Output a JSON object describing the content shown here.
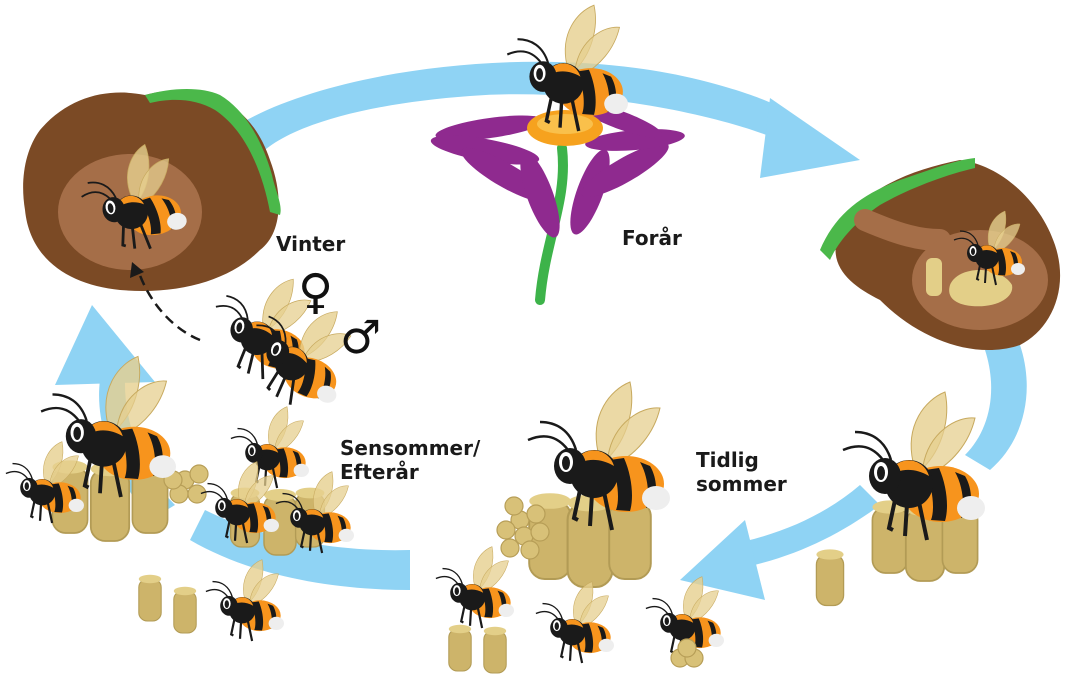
{
  "diagram": {
    "stages": [
      {
        "id": "vinter",
        "label": "Vinter"
      },
      {
        "id": "foraar",
        "label": "Forår"
      },
      {
        "id": "tidlig",
        "label_lines": [
          "Tidlig",
          "sommer"
        ]
      },
      {
        "id": "sensommer",
        "label_lines": [
          "Sensommer/",
          "Efterår"
        ]
      }
    ],
    "symbols": {
      "female": "♀",
      "male": "♂"
    },
    "colors": {
      "cycle_arrow": "#8fd3f4",
      "soil": "#7b4a25",
      "chamber": "#a56e48",
      "grass": "#4bb84a",
      "petal": "#8f2a8f",
      "flower_center": "#f6a21e",
      "stem": "#3db34a",
      "bee_orange": "#f7941d",
      "bee_black": "#1a1a1a",
      "comb": "#d1b766"
    }
  }
}
